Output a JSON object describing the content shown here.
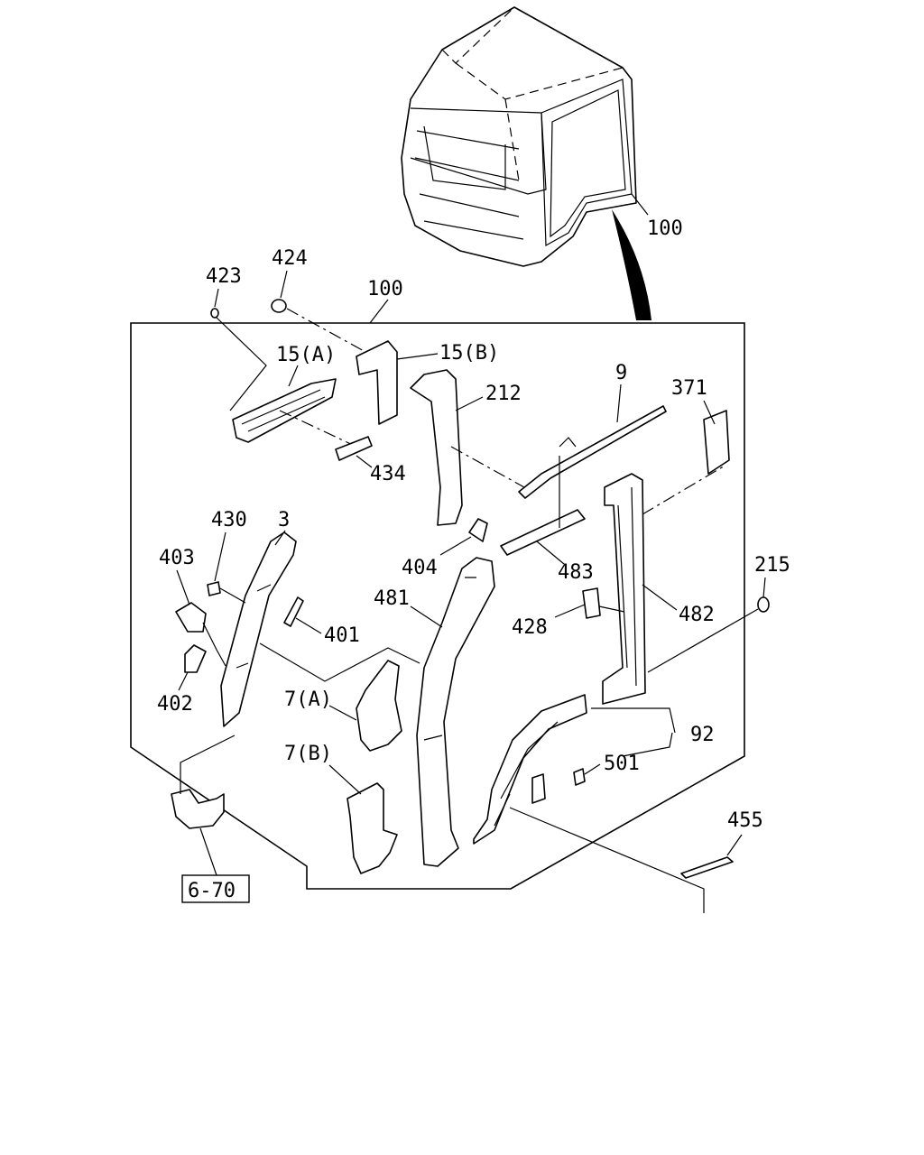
{
  "diagram": {
    "labels": {
      "cab": "100",
      "frame": "100",
      "p423": "423",
      "p424": "424",
      "p15a": "15(A)",
      "p15b": "15(B)",
      "p212": "212",
      "p9": "9",
      "p371": "371",
      "p434": "434",
      "p430": "430",
      "p3": "3",
      "p403": "403",
      "p404": "404",
      "p483": "483",
      "p215": "215",
      "p481": "481",
      "p482": "482",
      "p428": "428",
      "p401": "401",
      "p402": "402",
      "p7a": "7(A)",
      "p92": "92",
      "p7b": "7(B)",
      "p501": "501",
      "p455": "455",
      "ref": "6-70"
    }
  }
}
